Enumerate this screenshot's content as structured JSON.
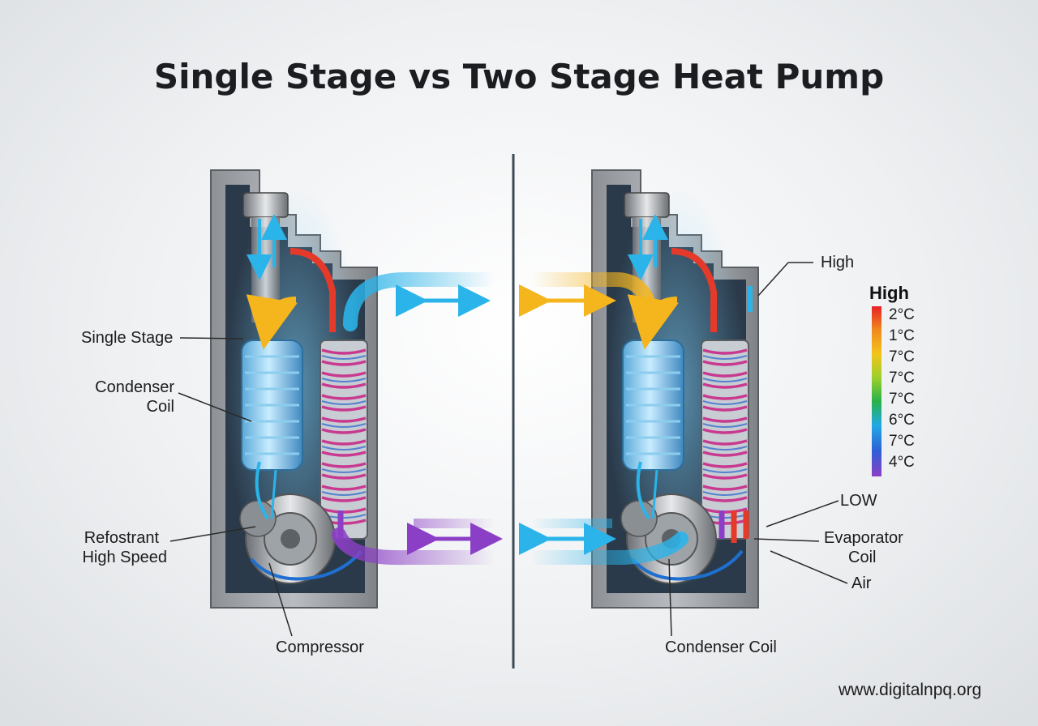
{
  "title": "Single Stage vs Two Stage Heat Pump",
  "labels": {
    "single_stage": "Single Stage",
    "condenser_coil_left_1": "Condenser",
    "condenser_coil_left_2": "Coil",
    "refrigerant_1": "Refostrant",
    "refrigerant_2": "High Speed",
    "compressor": "Compressor",
    "high_right": "High",
    "low_right": "LOW",
    "evaporator_1": "Evaporator",
    "evaporator_2": "Coil",
    "air": "Air",
    "condenser_coil_bottom": "Condenser Coil"
  },
  "legend": {
    "title": "High",
    "items": [
      "2°C",
      "1°C",
      "7°C",
      "7°C",
      "7°C",
      "6°C",
      "7°C",
      "4°C"
    ],
    "gradient": [
      "#e8202a",
      "#f08a1c",
      "#f2c51a",
      "#9ccf2a",
      "#29b24a",
      "#1fa9e6",
      "#2f5fd6",
      "#8a3fc4"
    ]
  },
  "website": "www.digitalnpq.org",
  "colors": {
    "hot": "#e53a2a",
    "warm": "#f5b51c",
    "cool": "#2bb4ea",
    "purple": "#8b3fc6",
    "divider": "#3d4a55"
  }
}
